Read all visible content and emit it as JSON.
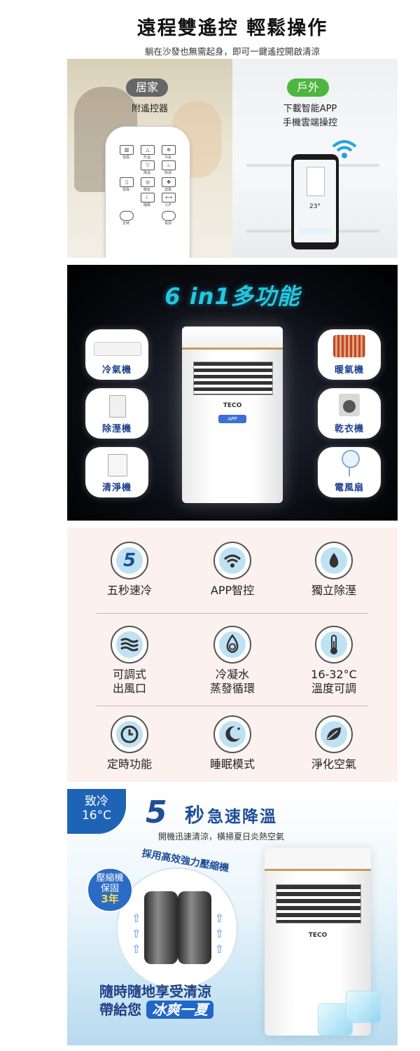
{
  "remote_section": {
    "title": "遠程雙遙控  輕鬆操作",
    "subtitle": "躺在沙發也無需起身，即可一鍵遙控開啟清涼",
    "home_label": "居家",
    "home_desc": "附遙控器",
    "outdoor_label": "戶外",
    "outdoor_desc_1": "下載智能APP",
    "outdoor_desc_2": "手機雲端操控",
    "remote_buttons": [
      "強風",
      "升溫",
      "冷氣",
      "降溫",
      "除濕",
      "弱風",
      "暖氣",
      "送風",
      "睡眠",
      "七/F",
      "定時",
      "電源"
    ],
    "phone_temp": "23°"
  },
  "six_in_one": {
    "title": "6 in1多功能",
    "left_items": [
      "冷氣機",
      "除溼機",
      "清淨機"
    ],
    "right_items": [
      "暖氣機",
      "乾衣機",
      "電風扇"
    ],
    "unit_brand": "TECO",
    "badge_text": "APP"
  },
  "features": {
    "items": [
      {
        "label": "五秒速冷",
        "icon": "five-icon"
      },
      {
        "label": "APP智控",
        "icon": "wifi-icon"
      },
      {
        "label": "獨立除溼",
        "icon": "droplet-icon"
      },
      {
        "label": "可調式\n出風口",
        "icon": "wind-icon"
      },
      {
        "label": "冷凝水\n蒸發循環",
        "icon": "recycle-drop-icon"
      },
      {
        "label": "16-32°C\n溫度可調",
        "icon": "thermometer-icon"
      },
      {
        "label": "定時功能",
        "icon": "clock-icon"
      },
      {
        "label": "睡眠模式",
        "icon": "moon-icon"
      },
      {
        "label": "淨化空氣",
        "icon": "leaf-icon"
      }
    ]
  },
  "cooling_section": {
    "tab_line1": "致冷",
    "tab_line2": "16°C",
    "big_digit": "5",
    "seconds": "秒",
    "headline": "急速降溫",
    "subtitle": "開機迅速清涼，橫掃夏日炎熱空氣",
    "compressor_arc": "採用高效強力壓縮機",
    "warranty_line1": "壓縮機",
    "warranty_line2": "保固",
    "warranty_line3": "3年",
    "unit_brand": "TECO",
    "bottom_line1": "隨時隨地享受清涼",
    "bottom_line2_prefix": "帶給您",
    "bottom_line2_highlight": "冰爽一夏"
  },
  "colors": {
    "accent_blue": "#1f4e9a",
    "cyan_title": "#26c6e0",
    "home_pill": "#666666",
    "outdoor_pill": "#4cb63f",
    "trim_gold": "#c79a5e"
  }
}
